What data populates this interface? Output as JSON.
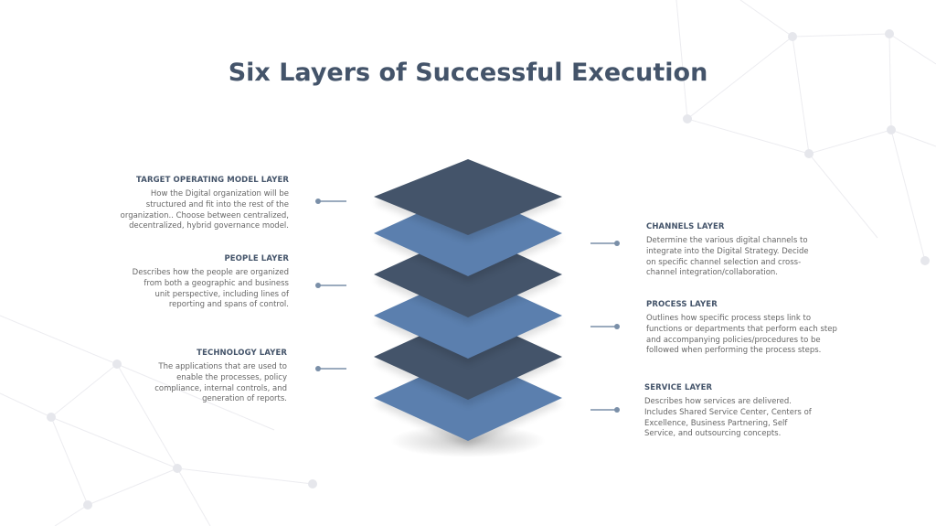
{
  "title": "Six Layers of Successful Execution",
  "colors": {
    "dark": "#44546a",
    "blue": "#5b7fae",
    "connector": "#7a8fa8",
    "text": "#666666"
  },
  "layers_left": [
    {
      "title": "TARGET OPERATING MODEL LAYER",
      "lines": [
        "How the Digital organization will be",
        "structured and fit into the rest of the",
        "organization.. Choose between centralized,",
        "decentralized,  hybrid governance model."
      ]
    },
    {
      "title": "PEOPLE LAYER",
      "lines": [
        "Describes how the people are organized",
        "from both a geographic and business",
        "unit perspective, including lines of",
        "reporting and spans of control."
      ]
    },
    {
      "title": "TECHNOLOGY LAYER",
      "lines": [
        "The applications that are used to",
        "enable the processes, policy",
        "compliance, internal controls, and",
        "generation of reports."
      ]
    }
  ],
  "layers_right": [
    {
      "title": "CHANNELS LAYER",
      "lines": [
        "Determine the various digital channels to",
        "integrate into the Digital Strategy.  Decide",
        "on specific channel selection and cross-",
        "channel integration/collaboration."
      ]
    },
    {
      "title": "PROCESS LAYER",
      "lines": [
        "Outlines how specific process steps link to",
        "functions or departments that perform each step",
        "and accompanying policies/procedures to be",
        "followed when performing the process steps."
      ]
    },
    {
      "title": "SERVICE LAYER",
      "lines": [
        "Describes how services are delivered.",
        "Includes Shared Service Center, Centers of",
        "Excellence, Business Partnering, Self",
        "Service, and outsourcing concepts."
      ]
    }
  ]
}
